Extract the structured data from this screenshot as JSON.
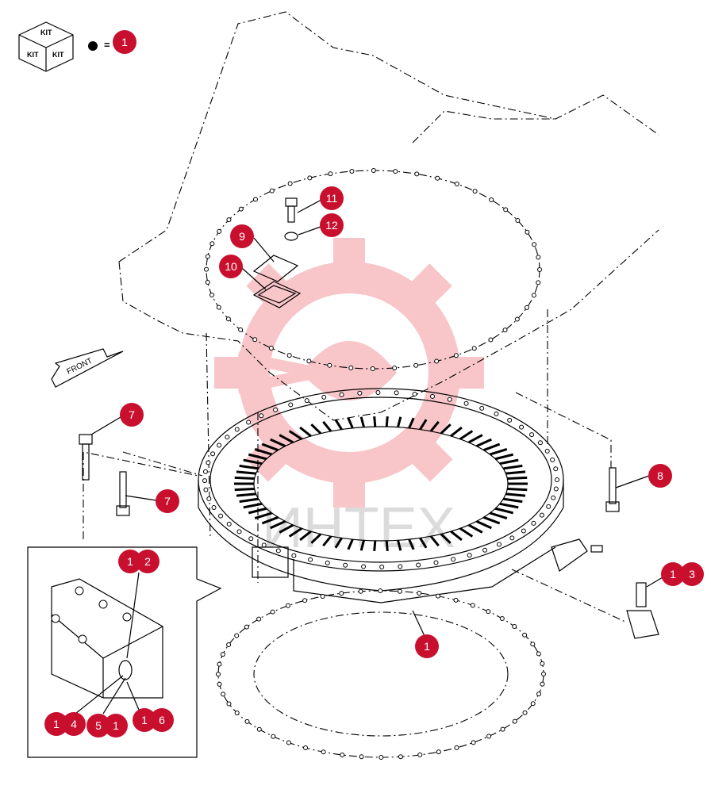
{
  "kit_legend": {
    "kit_top": "KIT",
    "kit_left": "KIT",
    "kit_right": "KIT",
    "equals": "=",
    "callout": "1"
  },
  "front_label": "FRONT",
  "watermark": "ИНТЕХ",
  "colors": {
    "callout_fill": "#c8102e",
    "watermark_red": "#e8323c",
    "line": "#000000"
  },
  "callouts": {
    "c1_main": "1",
    "c1_2": "1",
    "c2": "2",
    "c1_3": "1",
    "c3": "3",
    "c7_top": "7",
    "c7_bottom": "7",
    "c8": "8",
    "c9": "9",
    "c10": "10",
    "c11": "11",
    "c12": "12",
    "c1_4": "1",
    "c4": "4",
    "c5": "5",
    "c1_5": "1",
    "c1_6": "1",
    "c6": "6"
  }
}
